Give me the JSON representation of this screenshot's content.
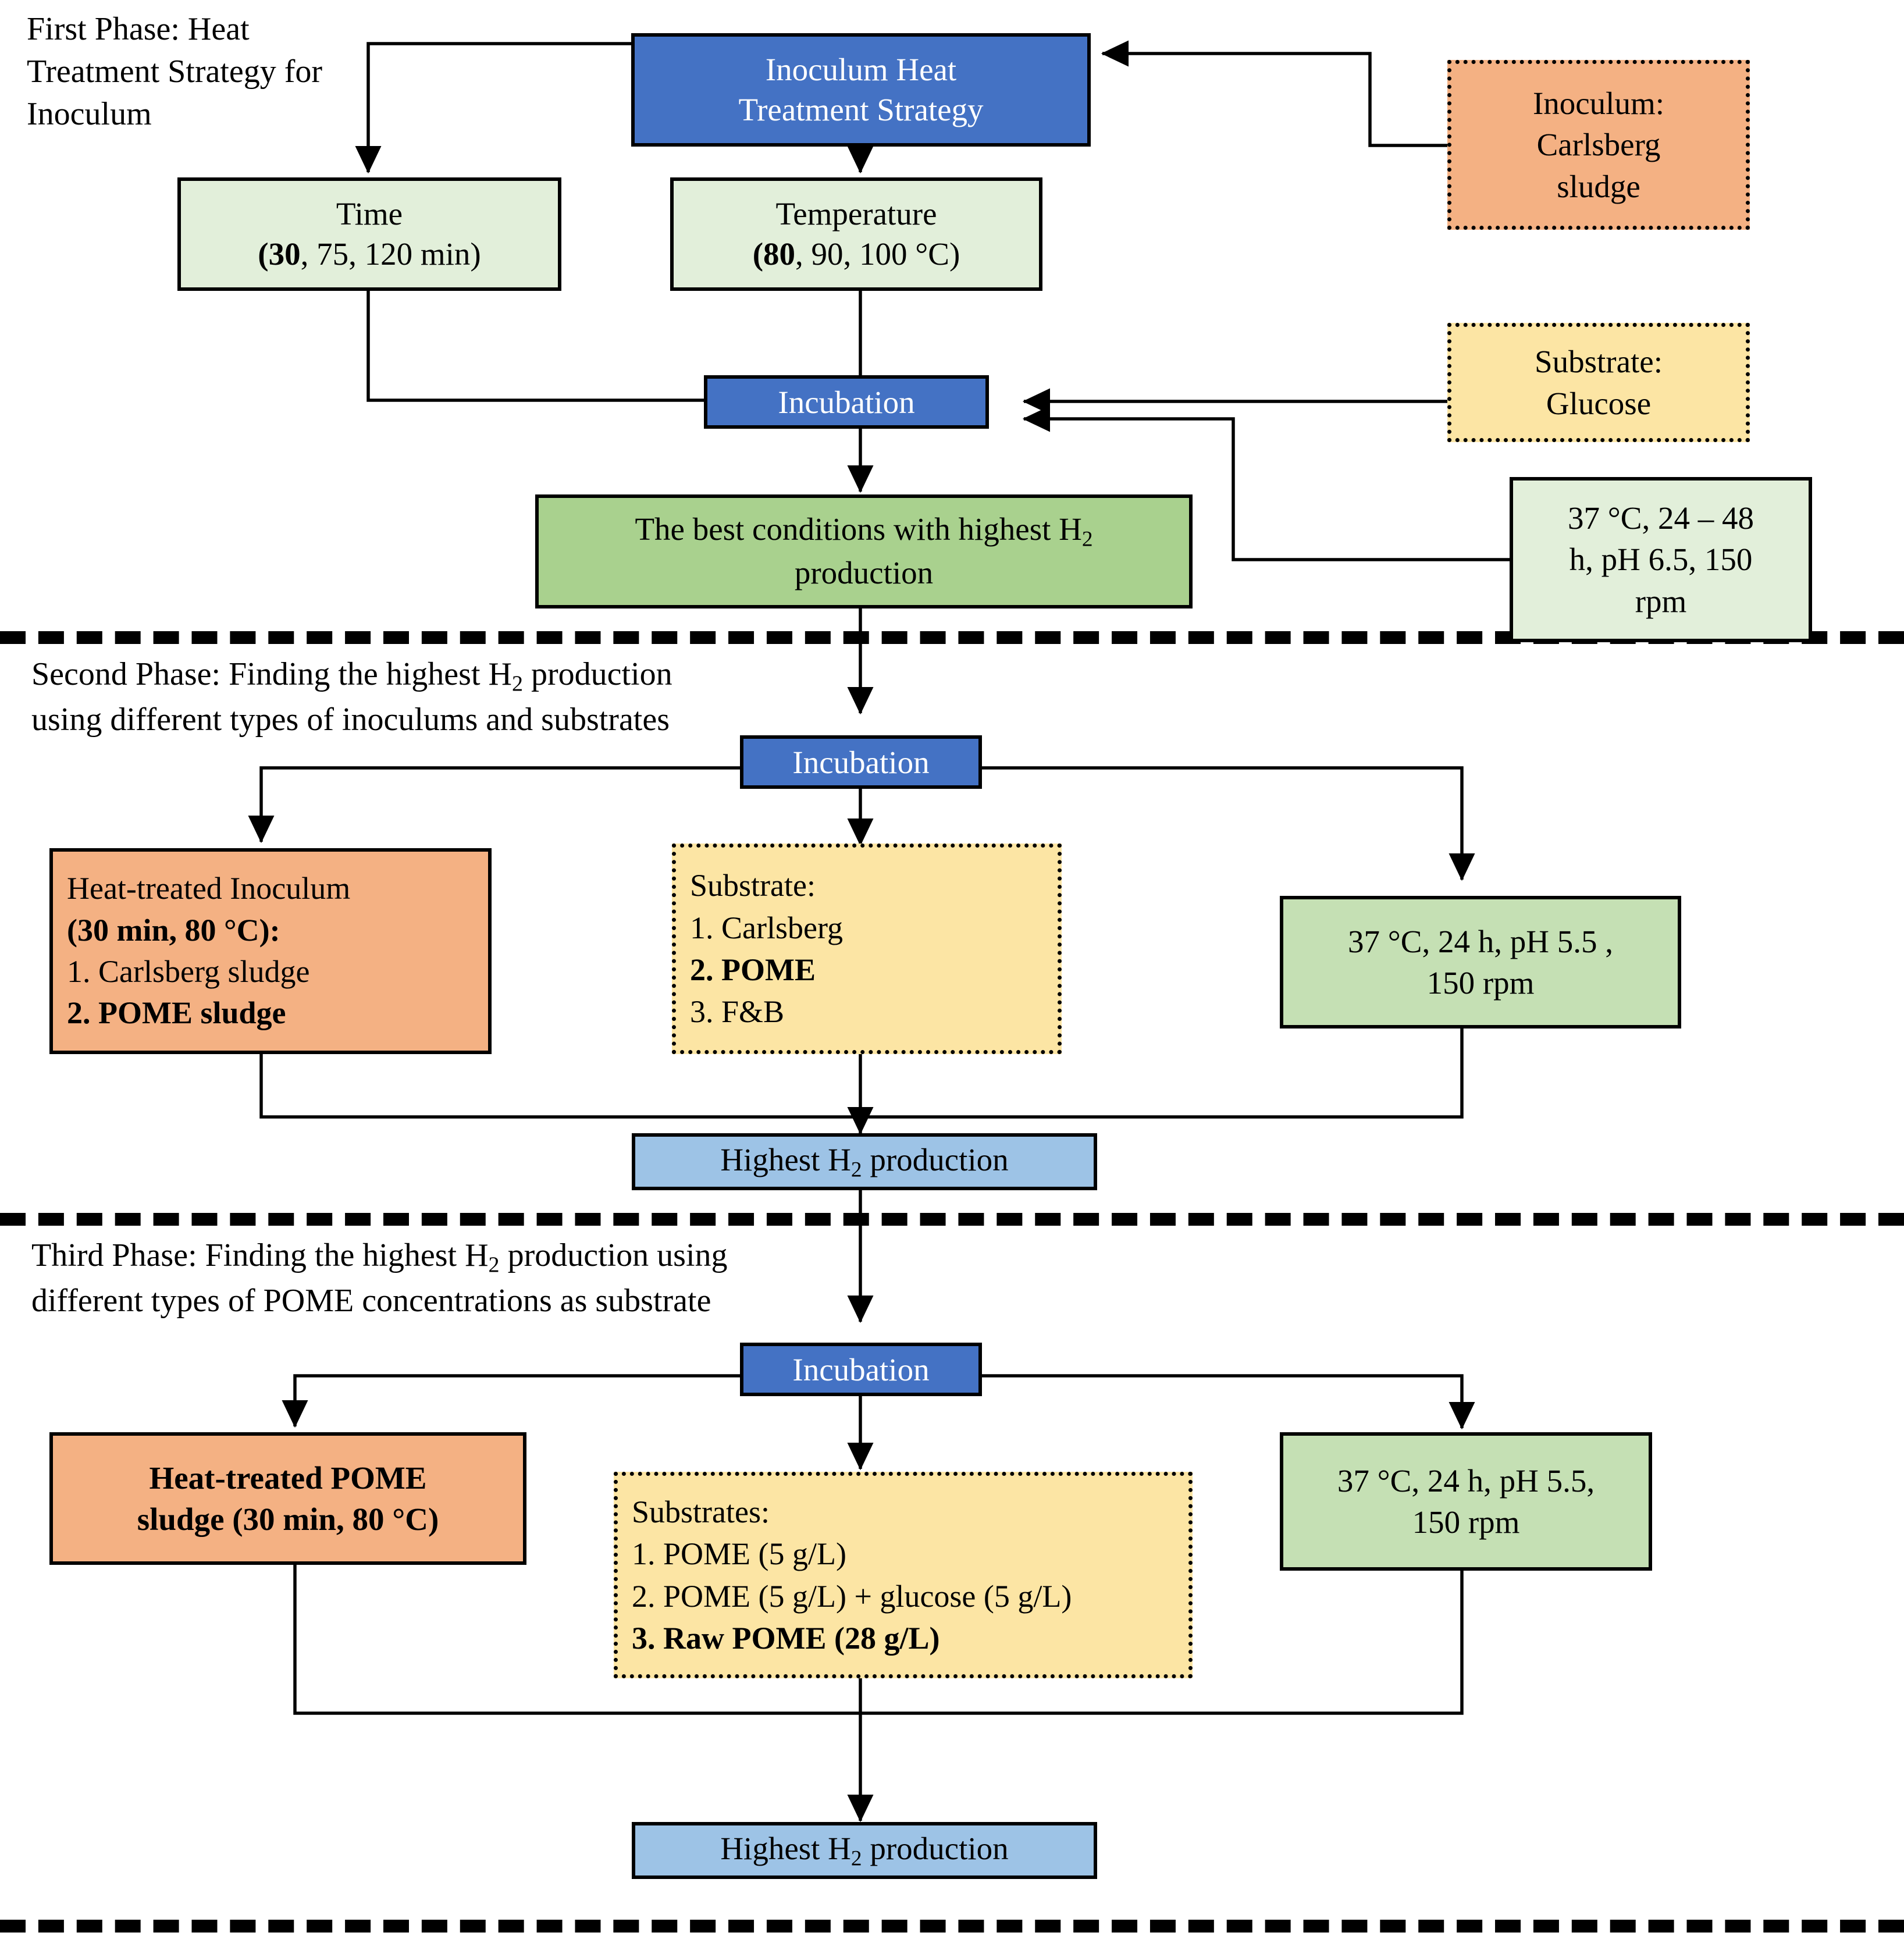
{
  "diagram": {
    "title": "Three-phase biohydrogen production experimental design flowchart",
    "colors": {
      "process_blue": "#4472C4",
      "result_blue": "#9DC3E6",
      "pale_green": "#E2EFDA",
      "medium_green": "#C5E0B4",
      "dark_green": "#A9D18E",
      "orange": "#F4B183",
      "yellow": "#FCE5A4",
      "line": "#000000"
    }
  },
  "phase1": {
    "caption_l1": "First Phase: Heat",
    "caption_l2": "Treatment Strategy",
    "caption_l3": "for Inoculum",
    "strategy_l1": "Inoculum Heat",
    "strategy_l2": "Treatment Strategy",
    "time_l1": "Time",
    "time_bold": "(30",
    "time_rest": ", 75, 120 min)",
    "temp_l1": "Temperature",
    "temp_bold": "(80",
    "temp_rest": ", 90, 100 °C)",
    "incubation": "Incubation",
    "best_l1": "The best conditions with highest H",
    "best_sub": "2",
    "best_l2": "production",
    "inoculum_l1": "Inoculum:",
    "inoculum_l2": "Carlsberg",
    "inoculum_l3": "sludge",
    "substrate_l1": "Substrate:",
    "substrate_l2": "Glucose",
    "cond_l1": "37 °C, 24 – 48",
    "cond_l2": "h, pH 6.5, 150",
    "cond_l3": "rpm"
  },
  "phase2": {
    "caption_l1a": "Second Phase: Finding the highest H",
    "caption_sub": "2",
    "caption_l2": "production using different types of",
    "caption_l3": "inoculums and substrates",
    "incubation": "Incubation",
    "inoculum_l1": "Heat-treated   Inoculum",
    "inoculum_l2": "(30 min, 80 °C):",
    "inoculum_l3": "1. Carlsberg sludge",
    "inoculum_l4": "2. POME sludge",
    "substrate_l1": "Substrate:",
    "substrate_l2": "1. Carlsberg",
    "substrate_l3": "2. POME",
    "substrate_l4": "3. F&B",
    "cond_l1": "37 °C, 24 h, pH 5.5 ,",
    "cond_l2": "150 rpm",
    "result_l1": "Highest H",
    "result_sub": "2",
    "result_l2": " production"
  },
  "phase3": {
    "caption_l1a": "Third Phase: Finding the highest H",
    "caption_sub": "2",
    "caption_l2": "production using different types of POME",
    "caption_l3": "concentrations as substrate",
    "incubation": "Incubation",
    "inoculum_l1": "Heat-treated POME",
    "inoculum_l2": "sludge (30 min, 80 °C)",
    "substrate_l1": "Substrates:",
    "substrate_l2": "1. POME (5 g/L)",
    "substrate_l3": "2. POME (5 g/L) + glucose (5 g/L)",
    "substrate_l4": "3. Raw POME (28 g/L)",
    "cond_l1": "37 °C, 24 h, pH 5.5,",
    "cond_l2": "150 rpm",
    "result_l1": "Highest H",
    "result_sub": "2",
    "result_l2": " production"
  }
}
